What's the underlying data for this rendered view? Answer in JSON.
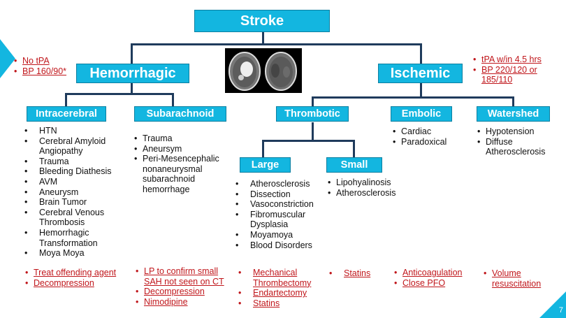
{
  "root": "Stroke",
  "hemorrhagic": {
    "label": "Hemorrhagic",
    "notes": [
      "No tPA",
      "BP 160/90*"
    ],
    "subtypes": {
      "intracerebral": {
        "label": "Intracerebral",
        "causes": [
          "HTN",
          "Cerebral Amyloid Angiopathy",
          "Trauma",
          "Bleeding Diathesis",
          "AVM",
          "Aneurysm",
          "Brain Tumor",
          "Cerebral Venous Thrombosis",
          "Hemorrhagic Transformation",
          "Moya Moya"
        ],
        "treatment": [
          "Treat offending agent",
          "Decompression"
        ]
      },
      "subarachnoid": {
        "label": "Subarachnoid",
        "causes": [
          "Trauma",
          "Aneursym",
          "Peri-Mesencephalic nonaneurysmal subarachnoid hemorrhage"
        ],
        "treatment": [
          "LP to confirm small SAH not seen on CT",
          "Decompression",
          "Nimodipine"
        ]
      }
    }
  },
  "ischemic": {
    "label": "Ischemic",
    "notes": [
      "tPA w/in 4.5 hrs",
      "BP 220/120 or 185/110"
    ],
    "subtypes": {
      "thrombotic": {
        "label": "Thrombotic",
        "large": {
          "label": "Large",
          "causes": [
            "Atherosclerosis",
            "Dissection",
            "Vasoconstriction",
            "Fibromuscular Dysplasia",
            "Moyamoya",
            "Blood Disorders"
          ],
          "treatment": [
            "Mechanical Thrombectomy",
            "Endartectomy",
            "Statins"
          ]
        },
        "small": {
          "label": "Small",
          "causes": [
            "Lipohyalinosis",
            "Atherosclerosis"
          ],
          "treatment": [
            "Statins"
          ]
        }
      },
      "embolic": {
        "label": "Embolic",
        "causes": [
          "Cardiac",
          "Paradoxical"
        ],
        "treatment": [
          "Anticoagulation",
          "Close PFO"
        ]
      },
      "watershed": {
        "label": "Watershed",
        "causes": [
          "Hypotension",
          "Diffuse Atherosclerosis"
        ],
        "treatment": [
          "Volume resuscitation"
        ]
      }
    }
  },
  "slide_number": "7",
  "colors": {
    "box": "#13b6e0",
    "connector": "#1f3b5c",
    "treatment_text": "#c0161b"
  }
}
